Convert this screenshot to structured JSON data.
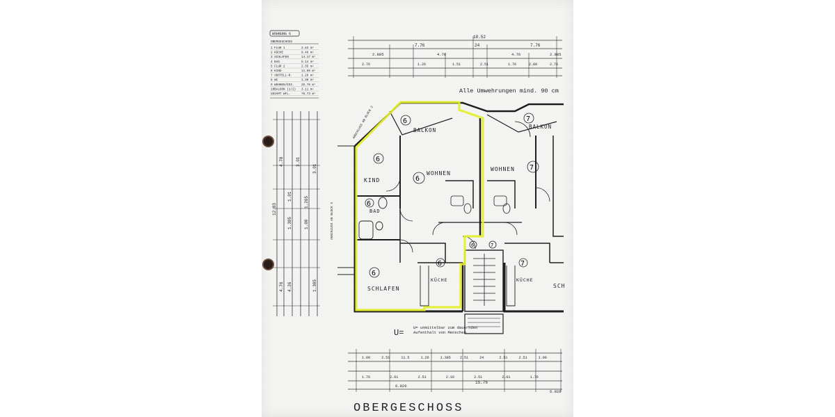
{
  "sheet_title": "OBERGESCHOSS",
  "wall_note": "Alle Umwehrungen mind. 90 cm",
  "u_note_lines": [
    "U= unmittelbar zum dauernden",
    "Aufenthalt von Menschen"
  ],
  "legend": {
    "header": "WOHNUNG 6",
    "sub": "OBERGESCHOSS",
    "rows": [
      {
        "label": "1 FLUR 1",
        "value": "2.83 m²"
      },
      {
        "label": "2 KÜCHE",
        "value": "9.46 m²"
      },
      {
        "label": "3 SCHLAFEN",
        "value": "14.17 m²"
      },
      {
        "label": "4 BAD",
        "value": "5.14 m²"
      },
      {
        "label": "5 FLUR 2",
        "value": "2.35 m²"
      },
      {
        "label": "6 KIND",
        "value": "11.09 m²"
      },
      {
        "label": "7 ABSTELL-R.",
        "value": "1.29 m²"
      },
      {
        "label": "8 WC",
        "value": "1.30 m²"
      },
      {
        "label": "9 WOHNEN/ESS.",
        "value": "26.70 m²"
      },
      {
        "label": "10BALKON (1/2)",
        "value": "3.11 m²"
      },
      {
        "label": "GESAMT WFL.",
        "value": "76.73 m²"
      }
    ]
  },
  "rooms": {
    "kind": "KIND",
    "bad": "BAD",
    "schlafen": "SCHLAFEN",
    "wohnen_left": "WOHNEN",
    "wohnen_right": "WOHNEN",
    "balkon_left": "BALKON",
    "balkon_right": "BALKON",
    "kueche_left": "KÜCHE",
    "kueche_right": "KÜCHE",
    "sch_cut": "SCH"
  },
  "unit_numbers": {
    "u6": "6",
    "u7": "7"
  },
  "dimensions": {
    "top_total": "18.52",
    "top_row1": [
      "7.76",
      "24",
      "7.76"
    ],
    "top_row2": [
      "2.885",
      "4.76",
      "4.76",
      "2.885"
    ],
    "top_row3": [
      "2.76",
      "1.26",
      "1.51",
      "2.51",
      "1.76",
      "2.00",
      "2.76"
    ],
    "bottom_row1": [
      "1.00",
      "2.51",
      "11.5",
      "1.26",
      "1.385",
      "2.51",
      "24",
      "2.51",
      "2.51",
      "1.00"
    ],
    "bottom_row2": [
      "1.76",
      "2.01",
      "2.51",
      "2.10",
      "2.51",
      "2.01",
      "1.76"
    ],
    "bottom_mid": "15.76",
    "bottom_left": "6.926",
    "bottom_right": "6.926",
    "left_total": "12.83",
    "left_row1": [
      "4.78",
      "4.76"
    ],
    "left_row2": [
      "1.385",
      "1.01",
      "4.26"
    ],
    "left_col": [
      "3.01",
      "1.265",
      "1.00",
      "3.01",
      "1.385"
    ]
  },
  "side_notes": {
    "left_block": "ANSCHLUSS AN BLOCK 2",
    "mid_block": "ANSCHLUSS AN BLOCK 3"
  },
  "colors": {
    "highlight": "#e3ef2c",
    "ink": "#1e1e1e",
    "paper": "#f4f5f3"
  }
}
